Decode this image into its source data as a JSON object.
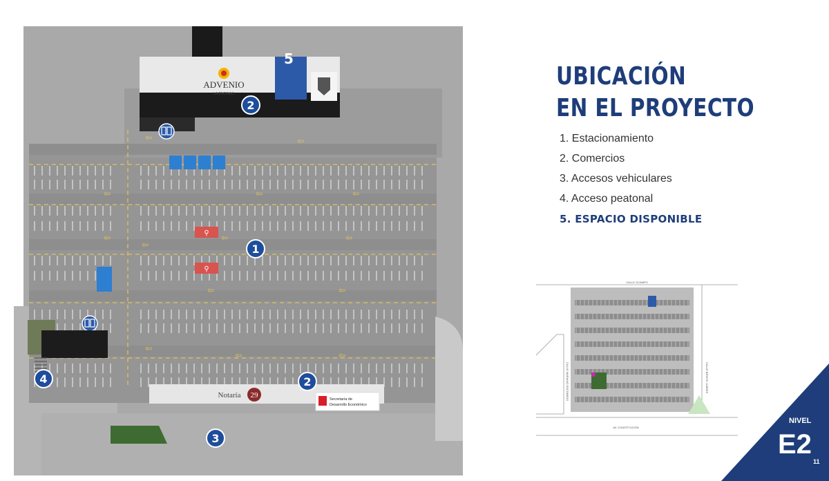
{
  "title": {
    "line1": "UBICACIÓN",
    "line2": "EN EL PROYECTO"
  },
  "legend": [
    "1. Estacionamiento",
    "2. Comercios",
    "3. Accesos vehiculares",
    "4. Acceso peatonal",
    "5. ESPACIO DISPONIBLE"
  ],
  "map": {
    "markers": {
      "m1": "1",
      "m2a": "2",
      "m2b": "2",
      "m3": "3",
      "m4": "4",
      "m5": "5"
    },
    "stores": {
      "advenio": "ADVENIO",
      "advenio_sub": "LA ENCINAS",
      "notaria": "Notaría",
      "notaria_num": "29",
      "secretaria_1": "Secretaría de",
      "secretaria_2": "Desarrollo Económico"
    }
  },
  "minimap": {
    "street_top": "CALLE OCAMPO",
    "street_bottom": "AV. CONSTITUCIÓN",
    "street_left": "CALLE MARIANO ESCOBEDO",
    "street_right": "CALLE BENITO JUÁREZ"
  },
  "badge": {
    "label": "NIVEL",
    "level": "E2",
    "page": "11"
  },
  "colors": {
    "brand_blue": "#1e3d7a",
    "marker_blue": "#1e4d9c",
    "parking_gray": "#9a9a9a",
    "bike_red": "#d9534f"
  }
}
